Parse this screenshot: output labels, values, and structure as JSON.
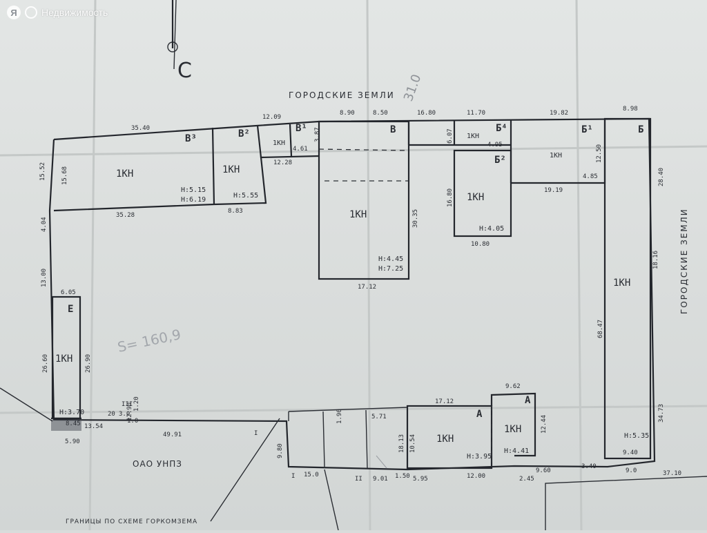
{
  "watermark": {
    "logo_letter": "Я",
    "name": "Недвижимость"
  },
  "compass_letter": "С",
  "neighbors": {
    "north": "ГОРОДСКИЕ ЗЕМЛИ",
    "east": "ГОРОДСКИЕ ЗЕМЛИ",
    "south": "ОАО УНПЗ",
    "boundary_note": "ГРАНИЦЫ ПО СХЕМЕ ГОРКОМЗЕМА"
  },
  "annotations": {
    "pencil_top": "31.0",
    "pencil_area": "S= 160,9"
  },
  "buildings": {
    "B3": {
      "letter": "В³",
      "type": "1КН",
      "h1": "Н:5.15",
      "h2": "Н:6.19"
    },
    "B2": {
      "letter": "В²",
      "type": "1КН",
      "h1": "Н:5.55"
    },
    "B1": {
      "letter": "В¹",
      "type": "1КН"
    },
    "V": {
      "letter": "В",
      "type": "1КН",
      "h1": "Н:4.45",
      "h2": "Н:7.25"
    },
    "B4": {
      "letter": "Б⁴",
      "type": "1КН"
    },
    "B2b": {
      "letter": "Б²",
      "type": "1КН",
      "h1": "Н:4.05"
    },
    "B1b": {
      "letter": "Б¹",
      "type": "1КН"
    },
    "B": {
      "letter": "Б",
      "type": "1КН",
      "h1": "Н:5.35"
    },
    "E": {
      "letter": "Е",
      "type": "1КН",
      "h1": "Н:3.70"
    },
    "A1": {
      "letter": "А",
      "type": "1КН",
      "h1": "Н:3.95"
    },
    "A2": {
      "letter": "А",
      "type": "1КН",
      "h1": "Н:4.41"
    }
  },
  "dims": {
    "d3540": "35.40",
    "d1209": "12.09",
    "d890": "8.90",
    "d850": "8.50",
    "d1680": "16.80",
    "d1170": "11.70",
    "d1982": "19.82",
    "d898": "8.98",
    "d1552": "15.52",
    "d1568": "15.68",
    "d3528": "35.28",
    "d883": "8.83",
    "d1228": "12.28",
    "d404": "4.04",
    "d1300": "13.00",
    "d605": "6.05",
    "d2660": "26.60",
    "d2690": "26.90",
    "d1712": "17.12",
    "d3035": "30.35",
    "d1680b": "16.80",
    "d1080": "10.80",
    "d607": "6.07",
    "d1919": "19.19",
    "d485": "4.85",
    "d1250": "12.50",
    "d2840": "28.40",
    "d6847": "68.47",
    "d1816": "18.16",
    "d3473": "34.73",
    "d940": "9.40",
    "d962": "9.62",
    "d1244": "12.44",
    "d1813": "18.13",
    "d1054": "10.54",
    "d595": "5.95",
    "d1200": "12.00",
    "d245": "2.45",
    "d960": "9.60",
    "d340": "3.40",
    "d90": "9.0",
    "d3710": "37.10",
    "d4991": "49.91",
    "d590": "5.90",
    "d845": "8.45",
    "d1354": "13.54",
    "d980": "9.80",
    "d150": "15.0",
    "d901": "9.01",
    "d150b": "1.50",
    "d571": "5.71",
    "d190": "1.90",
    "d1712b": "17.12",
    "d495": "4.95",
    "d461": "4.61",
    "d387": "3.87",
    "d1290": "12.90",
    "d120": "1.20",
    "d20": "20",
    "d30": "3.0",
    "d10": "1.0"
  },
  "points": {
    "p1": "I",
    "p1b": "I",
    "p2": "II",
    "p3": "III"
  }
}
